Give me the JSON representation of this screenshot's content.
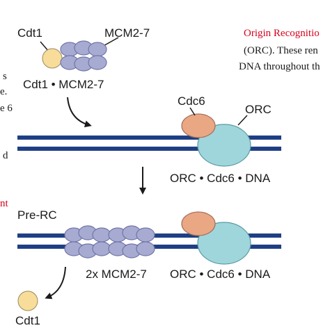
{
  "labels": {
    "cdt1_top": "Cdt1",
    "mcm_top": "MCM2-7",
    "complex": "Cdt1 • MCM2-7",
    "cdc6": "Cdc6",
    "orc": "ORC",
    "orc_cdc6_dna_1": "ORC • Cdc6 • DNA",
    "pre_rc": "Pre-RC",
    "mcm_double": "2x MCM2-7",
    "orc_cdc6_dna_2": "ORC • Cdc6 • DNA",
    "cdt1_bottom": "Cdt1"
  },
  "side_text": {
    "right_line1": "Origin Recognitio",
    "right_line2": "(ORC). These ren",
    "right_line3": "DNA throughout th",
    "left_frag1": "s",
    "left_frag2": "e.",
    "left_frag3": "e 6",
    "left_frag4": "d",
    "left_frag_red": "nt"
  },
  "colors": {
    "dna": "#1f3f85",
    "mcm": "#a7abd2",
    "mcm_stroke": "#6f74a6",
    "cdt1": "#f8dc9a",
    "cdc6": "#e9a783",
    "orc": "#9fd6dc",
    "red_text": "#d6001c"
  }
}
